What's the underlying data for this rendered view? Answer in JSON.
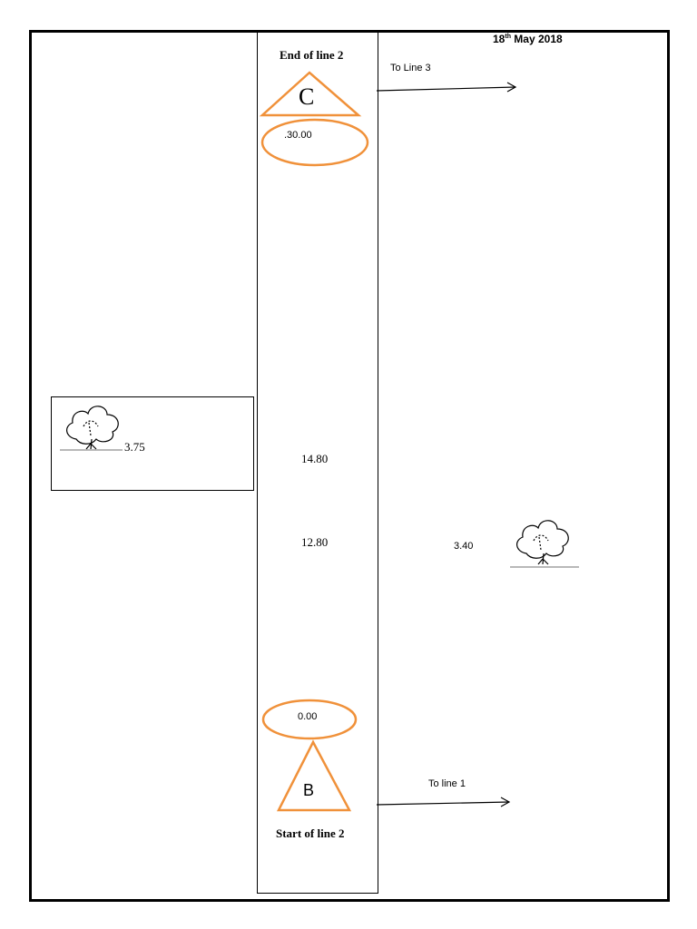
{
  "date": {
    "day": "18",
    "suffix": "th",
    "rest": " May 2018"
  },
  "end_label": "End of line 2",
  "start_label": "Start of line 2",
  "station_c": {
    "letter": "C",
    "chainage": ".30.00"
  },
  "station_b": {
    "letter": "B",
    "chainage": "0.00"
  },
  "arrow_top_label": "To Line  3",
  "arrow_bottom_label": "To line 1",
  "measurements": {
    "m1": "14.80",
    "m2": "12.80"
  },
  "tree_left_value": "3.75",
  "tree_right_value": "3.40",
  "colors": {
    "marker": "#f0913a",
    "line": "#000000",
    "ground": "#a0a0a0"
  }
}
